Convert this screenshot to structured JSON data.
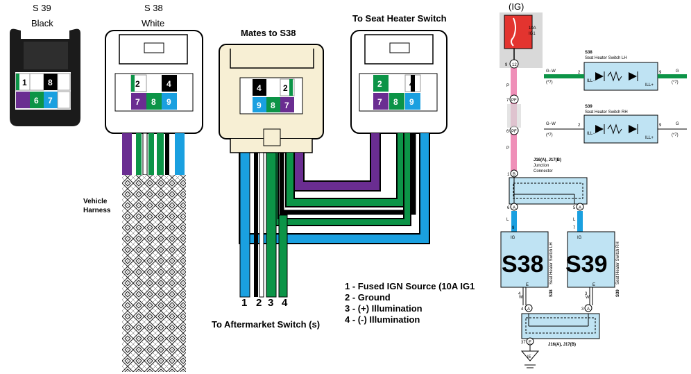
{
  "connectors": {
    "s39": {
      "name": "S 39",
      "color": "Black"
    },
    "s38": {
      "name": "S 38",
      "color": "White"
    },
    "mates": {
      "label": "Mates to S38"
    },
    "heater_switch": {
      "label": "To Seat Heater Switch"
    }
  },
  "pins": {
    "s39": [
      "1",
      "8",
      "6",
      "7"
    ],
    "s38": [
      "2",
      "4",
      "7",
      "8",
      "9"
    ],
    "mates": [
      "4",
      "2",
      "9",
      "8",
      "7"
    ],
    "heater": [
      "2",
      "4",
      "7",
      "8",
      "9"
    ]
  },
  "harness_label": "Vehicle\nHarness",
  "aftermarket": {
    "label": "To Aftermarket Switch (s)",
    "wire_numbers": [
      "1",
      "2",
      "3",
      "4"
    ]
  },
  "legend": [
    "1 - Fused IGN Source (10A IG1",
    "2 - Ground",
    "3 - (+) Illumination",
    "4 - (-) Illumination"
  ],
  "schematic": {
    "ig_label": "(IG)",
    "fuse": [
      "10A",
      "IG1"
    ],
    "pins": {
      "top": "12",
      "top_side": "9",
      "pf1": "PF",
      "pf1_side": "7",
      "pf2": "PF",
      "pf2_side": "6",
      "b": "B",
      "b_side": "1",
      "a_left": "A",
      "a_left_side": "6",
      "a_right": "A",
      "a_right_side": "5",
      "a_bl": "A",
      "a_bl_side": "4",
      "a_br": "A",
      "a_br_side": "3",
      "e_bot": "E",
      "e_bot_side": "37"
    },
    "wire_colors": {
      "p1": "P",
      "p2": "P",
      "l1": "L",
      "l2": "L",
      "w1": "W",
      "w2": "W"
    },
    "s38_title": [
      "S38",
      "Seat Heater Switch LH"
    ],
    "s39_title": [
      "S39",
      "Seat Heater Switch RH"
    ],
    "sw_left": {
      "wire": "G−W",
      "sub": "(*7)",
      "pin": "2",
      "term": "ILL−"
    },
    "sw_right": {
      "wire": "G",
      "sub": "(*7)",
      "pin": "9",
      "term": "ILL+"
    },
    "sw2_left": {
      "wire": "G−W",
      "sub": "(*7)",
      "pin": "2",
      "term": "ILL−"
    },
    "sw2_right": {
      "wire": "G",
      "sub": "(*7)",
      "pin": "9",
      "term": "ILL+"
    },
    "junction_top": [
      "J16(A), J17(B)",
      "Junction",
      "Connector"
    ],
    "junction_bot": "J16(A), J17(B)",
    "box38": {
      "big": "S38",
      "ig": "IG",
      "pin_top": "9",
      "pin_bot": "4",
      "e": "E",
      "side": "Seat Heater Switch LH",
      "side_id": "S38"
    },
    "box39": {
      "big": "S39",
      "ig": "IG",
      "pin_top": "7",
      "pin_bot": "3",
      "e": "E",
      "side": "Seat Heater Switch RH",
      "side_id": "S39"
    },
    "ground": "IE"
  },
  "colors": {
    "green": "#0c9447",
    "purple": "#6a2d91",
    "blue": "#1aa0e0",
    "beige": "#f7efd4",
    "light_blue": "#bfe3f3",
    "red": "#e3342f",
    "pink": "#ef8fb8"
  }
}
